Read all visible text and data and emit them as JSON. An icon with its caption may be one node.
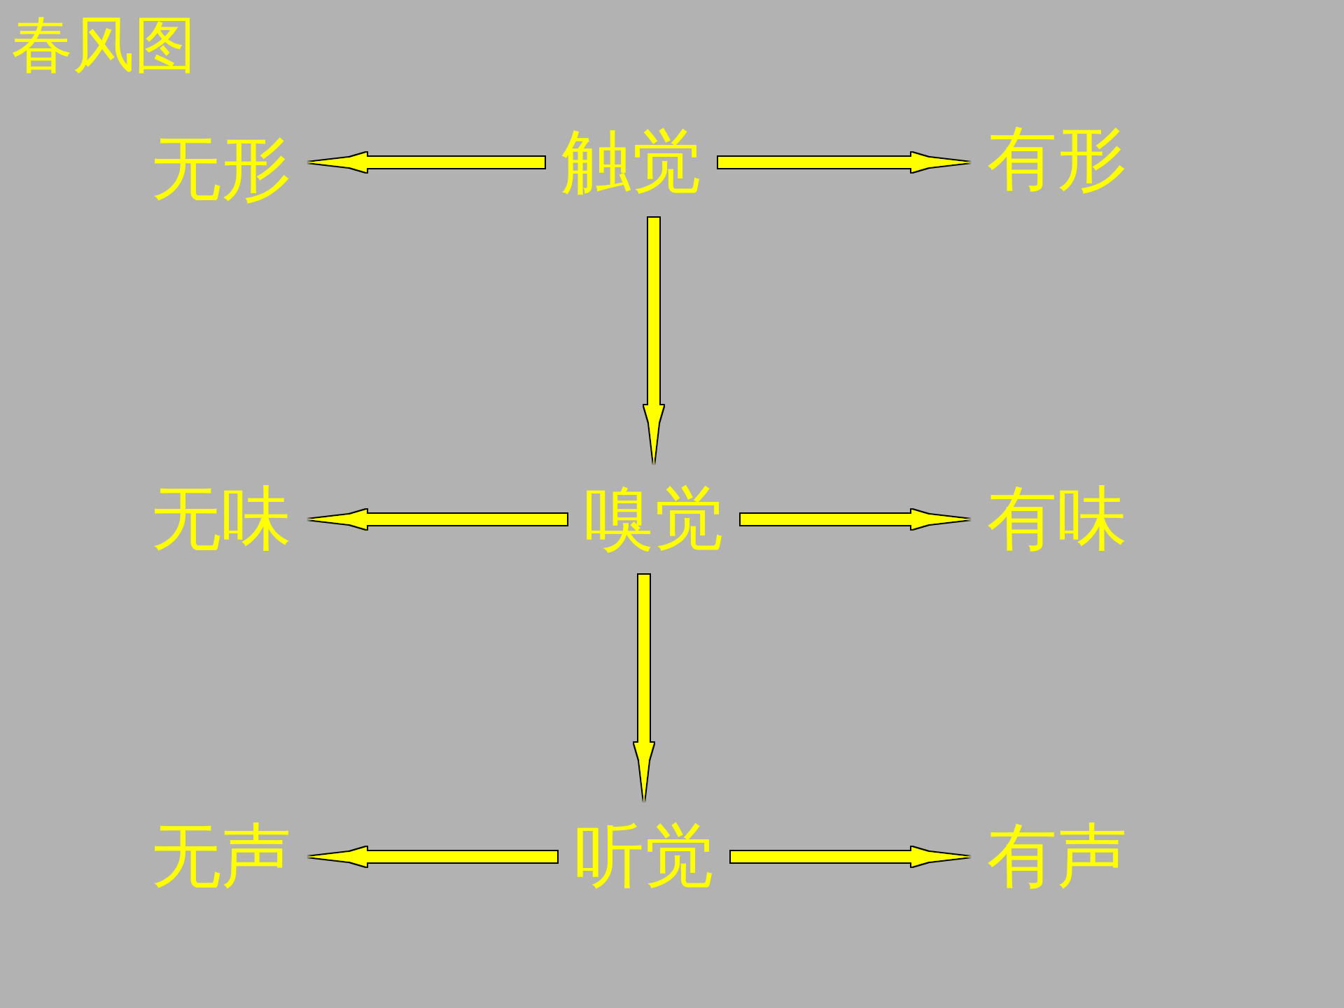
{
  "diagram": {
    "title": "春风图",
    "nodes": [
      {
        "text": [
          "无形"
        ]
      },
      {
        "text": [
          "触觉"
        ]
      },
      {
        "text": [
          "有形"
        ]
      },
      {
        "text": [
          "无味"
        ]
      },
      {
        "text": [
          "嗅觉"
        ]
      },
      {
        "text": [
          "有味"
        ]
      },
      {
        "text": [
          "无声"
        ]
      },
      {
        "text": [
          "听觉"
        ]
      },
      {
        "text": [
          "有声"
        ]
      }
    ],
    "edges": [
      {
        "from": 1,
        "to": 0,
        "arrow": "to"
      },
      {
        "from": 1,
        "to": 2,
        "arrow": "to"
      },
      {
        "from": 1,
        "to": 4,
        "arrow": "to"
      },
      {
        "from": 4,
        "to": 3,
        "arrow": "to"
      },
      {
        "from": 4,
        "to": 5,
        "arrow": "to"
      },
      {
        "from": 4,
        "to": 7,
        "arrow": "to"
      },
      {
        "from": 7,
        "to": 6,
        "arrow": "to"
      },
      {
        "from": 7,
        "to": 8,
        "arrow": "to"
      }
    ]
  }
}
